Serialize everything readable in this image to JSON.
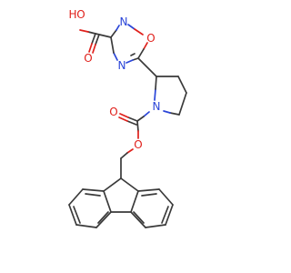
{
  "molecule": {
    "atoms": {
      "hydroxyl": "O",
      "hydroxyl_h": "H",
      "carbonyl_acid": "O",
      "ring_n2": "N",
      "ring_o1": "O",
      "ring_n4": "N",
      "pyrrolidine_n": "N",
      "carbamate_carbonyl_o": "O",
      "carbamate_ester_o": "O"
    },
    "colors": {
      "oxygen": "#e0201b",
      "nitrogen": "#2b46d8",
      "carbon": "#3a3a3a"
    }
  }
}
